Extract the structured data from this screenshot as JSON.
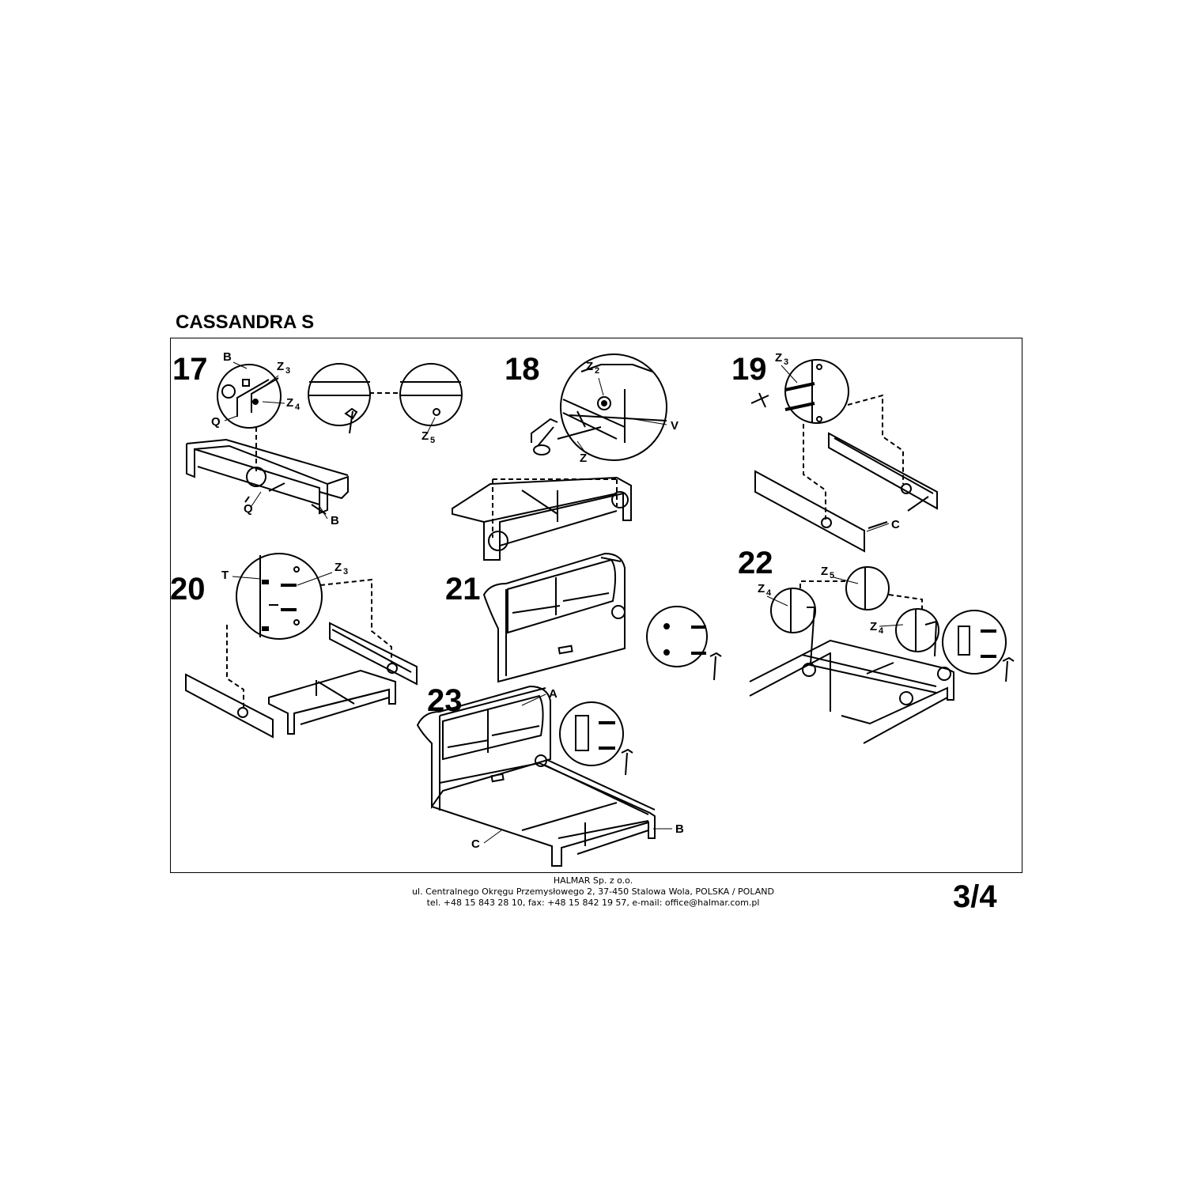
{
  "document": {
    "title": "CASSANDRA S",
    "page": "3/4"
  },
  "steps": [
    {
      "number": "17",
      "labels": {
        "b_top": "B",
        "z3": "Z",
        "z3_sub": "3",
        "z4": "Z",
        "z4_sub": "4",
        "q_top": "Q",
        "z5": "Z",
        "z5_sub": "5",
        "q_bottom": "Q",
        "b_bottom": "B"
      }
    },
    {
      "number": "18",
      "labels": {
        "z2": "Z",
        "z2_sub": "2",
        "v": "V",
        "z": "Z"
      }
    },
    {
      "number": "19",
      "labels": {
        "z3": "Z",
        "z3_sub": "3",
        "c": "C"
      }
    },
    {
      "number": "20",
      "labels": {
        "t": "T",
        "z3": "Z",
        "z3_sub": "3"
      }
    },
    {
      "number": "21",
      "labels": {}
    },
    {
      "number": "22",
      "labels": {
        "z5": "Z",
        "z5_sub": "5",
        "z4_left": "Z",
        "z4_left_sub": "4",
        "z4_right": "Z",
        "z4_right_sub": "4"
      }
    },
    {
      "number": "23",
      "labels": {
        "a": "A",
        "b": "B",
        "c": "C"
      }
    }
  ],
  "footer": {
    "company": "HALMAR Sp. z o.o.",
    "address": "ul. Centralnego Okręgu Przemysłowego 2, 37-450 Stalowa Wola, POLSKA / POLAND",
    "contact": "tel. +48 15 843 28 10, fax: +48 15 842 19 57, e-mail: office@halmar.com.pl"
  }
}
